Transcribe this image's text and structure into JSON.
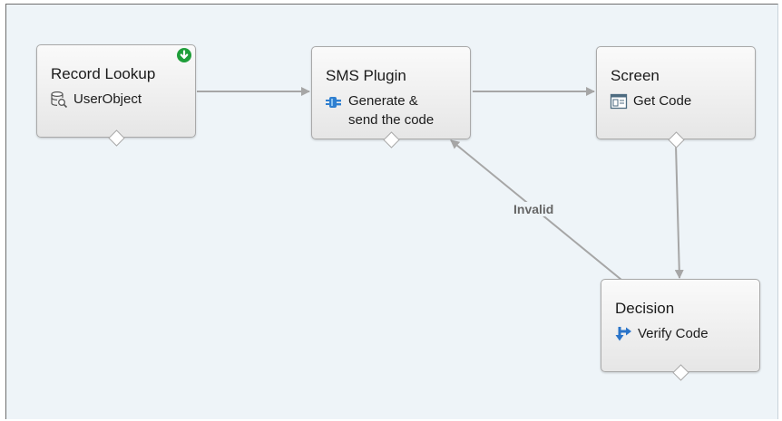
{
  "nodes": {
    "record_lookup": {
      "title": "Record Lookup",
      "label": "UserObject",
      "icon": "database-search-icon"
    },
    "sms_plugin": {
      "title": "SMS Plugin",
      "label_line1": "Generate &",
      "label_line2": "send the code",
      "icon": "plugin-icon"
    },
    "screen": {
      "title": "Screen",
      "label": "Get Code",
      "icon": "screen-icon"
    },
    "decision": {
      "title": "Decision",
      "label": "Verify Code",
      "icon": "decision-arrow-icon"
    }
  },
  "edges": {
    "invalid_label": "Invalid"
  },
  "start_badge_icon": "start-arrow-icon",
  "colors": {
    "canvas": "#eef4f8",
    "edge": "#a6a6a6",
    "start": "#1f9e3a",
    "plugin": "#2f7fd0",
    "decision": "#2a74c9"
  }
}
